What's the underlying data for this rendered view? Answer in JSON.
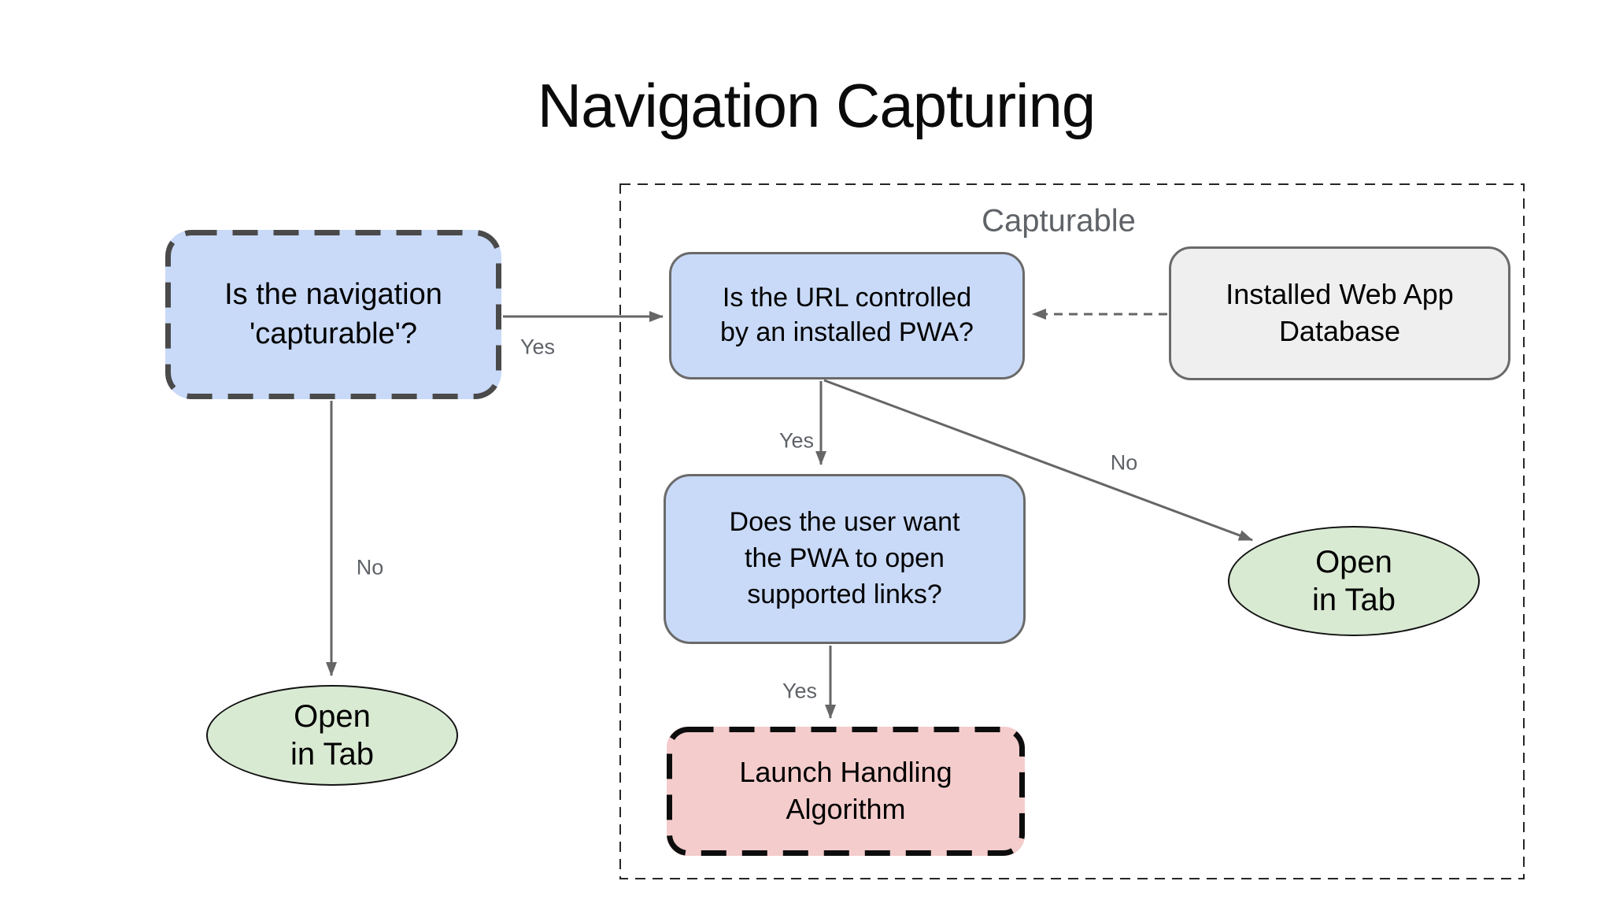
{
  "title": "Navigation Capturing",
  "group": {
    "label": "Capturable"
  },
  "nodes": {
    "capturable_question": {
      "lines": [
        "Is the navigation",
        "'capturable'?"
      ],
      "fill": "#c9daf8",
      "border": "thick-dashed-gray"
    },
    "url_controlled_question": {
      "lines": [
        "Is the URL controlled",
        "by an installed PWA?"
      ],
      "fill": "#c9daf8",
      "border": "solid-gray"
    },
    "installed_web_app_database": {
      "lines": [
        "Installed Web App",
        "Database"
      ],
      "fill": "#efefef",
      "border": "solid-gray"
    },
    "user_want_question": {
      "lines": [
        "Does the user want",
        "the PWA to open",
        "supported links?"
      ],
      "fill": "#c9daf8",
      "border": "solid-gray"
    },
    "launch_handling_algorithm": {
      "lines": [
        "Launch Handling",
        "Algorithm"
      ],
      "fill": "#f4cccc",
      "border": "thick-dashed-black"
    },
    "open_in_tab_left": {
      "lines": [
        "Open",
        "in Tab"
      ],
      "fill": "#d9ead3",
      "shape": "ellipse"
    },
    "open_in_tab_right": {
      "lines": [
        "Open",
        "in Tab"
      ],
      "fill": "#d9ead3",
      "shape": "ellipse"
    }
  },
  "edges": {
    "capturable_yes": "Yes",
    "capturable_no": "No",
    "pwa_controlled_yes": "Yes",
    "pwa_controlled_no": "No",
    "supported_links_yes": "Yes"
  },
  "colors": {
    "question_fill": "#c9daf8",
    "terminal_fill": "#d9ead3",
    "algorithm_fill": "#f4cccc",
    "database_fill": "#efefef",
    "solid_border": "#6a6a6a",
    "dashed_border_dark_gray": "#4a4a4a",
    "dashed_border_black": "#0d0d0d",
    "group_outline": "#262626",
    "arrow": "#666666",
    "secondary_text": "#5f6368",
    "text": "#000000",
    "background": "#ffffff"
  }
}
